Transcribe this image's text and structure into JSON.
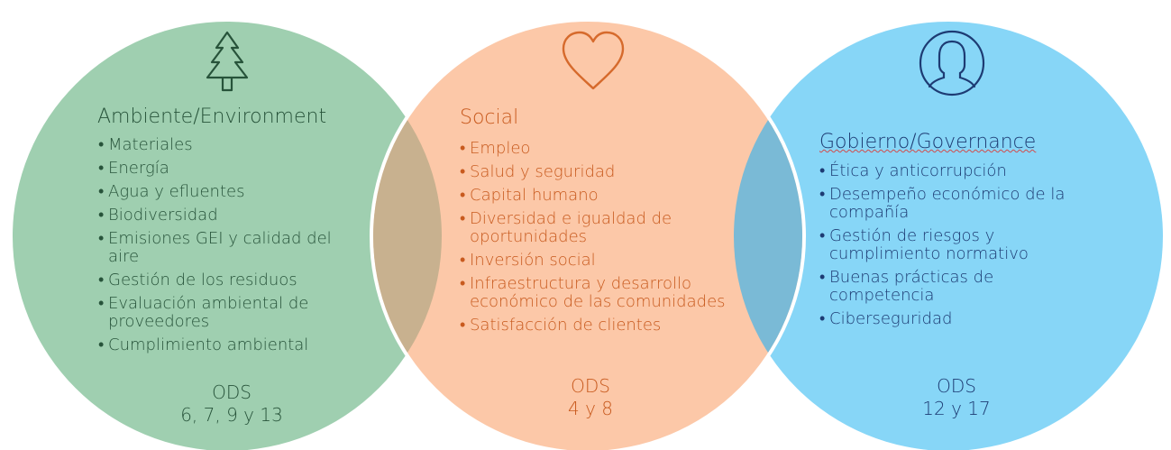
{
  "colors": {
    "environment_circle": "#9fcfb0",
    "social_circle": "#fcc8a8",
    "governance_circle": "#87d6f7",
    "overlap_env_social": "#c8b18f",
    "overlap_social_gov": "#7abad6",
    "environment_text": "#27533a",
    "social_text": "#c85a1e",
    "governance_text": "#1d3b73"
  },
  "environment": {
    "icon": "pine-tree-icon",
    "title": "Ambiente/Environment",
    "items": [
      "Materiales",
      "Energía",
      "Agua y efluentes",
      "Biodiversidad",
      "Emisiones GEI y calidad del aire",
      "Gestión de los residuos",
      "Evaluación ambiental de proveedores",
      "Cumplimiento ambiental"
    ],
    "ods_label": "ODS",
    "ods_values": "6, 7, 9 y 13"
  },
  "social": {
    "icon": "heart-icon",
    "title": "Social",
    "items": [
      "Empleo",
      "Salud y seguridad",
      "Capital humano",
      "Diversidad e igualdad de oportunidades",
      "Inversión social",
      "Infraestructura y desarrollo económico de las comunidades",
      "Satisfacción de clientes"
    ],
    "ods_label": "ODS",
    "ods_values": "4 y 8"
  },
  "governance": {
    "icon": "person-icon",
    "title": "Gobierno/Governance",
    "items": [
      "Ética y anticorrupción",
      "Desempeño económico de la compañía",
      "Gestión de riesgos y cumplimiento normativo",
      "Buenas prácticas de competencia",
      "Ciberseguridad"
    ],
    "ods_label": "ODS",
    "ods_values": "12 y 17"
  }
}
